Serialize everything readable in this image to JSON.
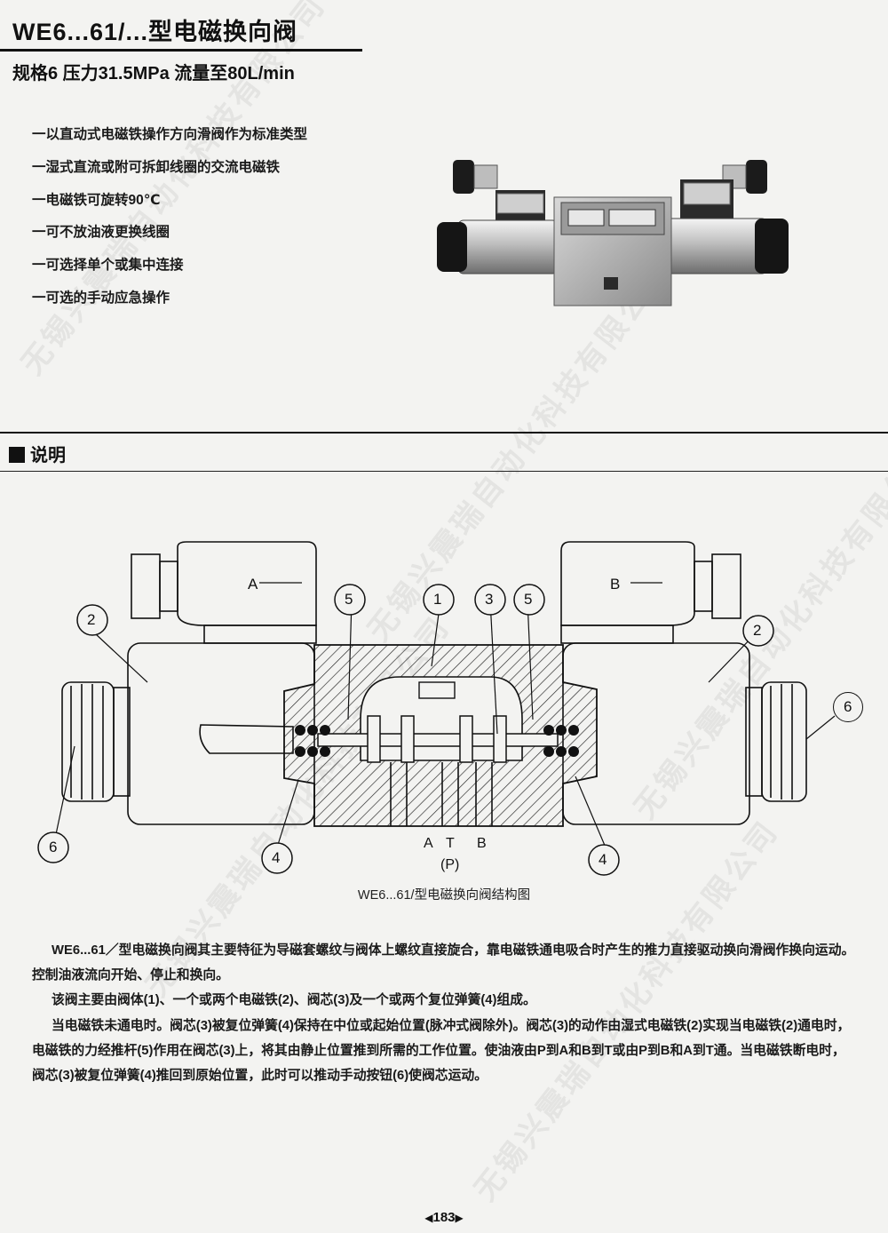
{
  "header": {
    "title": "WE6...61/...型电磁换向阀",
    "subtitle": "规格6  压力31.5MPa  流量至80L/min"
  },
  "features": [
    "一以直动式电磁铁操作方向滑阀作为标准类型",
    "一湿式直流或附可拆卸线圈的交流电磁铁",
    "一电磁铁可旋转90℃",
    "一可不放油液更换线圈",
    "一可选择单个或集中连接",
    "一可选的手动应急操作"
  ],
  "section": {
    "heading": "说明"
  },
  "diagram": {
    "solenoid_a": "A",
    "solenoid_b": "B",
    "callout_1": "1",
    "callout_2": "2",
    "callout_3": "3",
    "callout_4": "4",
    "callout_5": "5",
    "callout_6": "6",
    "port_a": "A",
    "port_t": "T",
    "port_b": "B",
    "port_p": "(P)",
    "caption": "WE6...61/型电磁换向阀结构图"
  },
  "description": [
    "WE6...61／型电磁换向阀其主要特征为导磁套螺纹与阀体上螺纹直接旋合，靠电磁铁通电吸合时产生的推力直接驱动换向滑阀作换向运动。控制油液流向开始、停止和换向。",
    "该阀主要由阀体(1)、一个或两个电磁铁(2)、阀芯(3)及一个或两个复位弹簧(4)组成。",
    "当电磁铁未通电时。阀芯(3)被复位弹簧(4)保持在中位或起始位置(脉冲式阀除外)。阀芯(3)的动作由湿式电磁铁(2)实现当电磁铁(2)通电时，电磁铁的力经推杆(5)作用在阀芯(3)上，将其由静止位置推到所需的工作位置。使油液由P到A和B到T或由P到B和A到T通。当电磁铁断电时，阀芯(3)被复位弹簧(4)推回到原始位置，此时可以推动手动按钮(6)使阀芯运动。"
  ],
  "footer": {
    "page_number": "183"
  },
  "watermark": "无锡兴震瑞自动化科技有限公司"
}
